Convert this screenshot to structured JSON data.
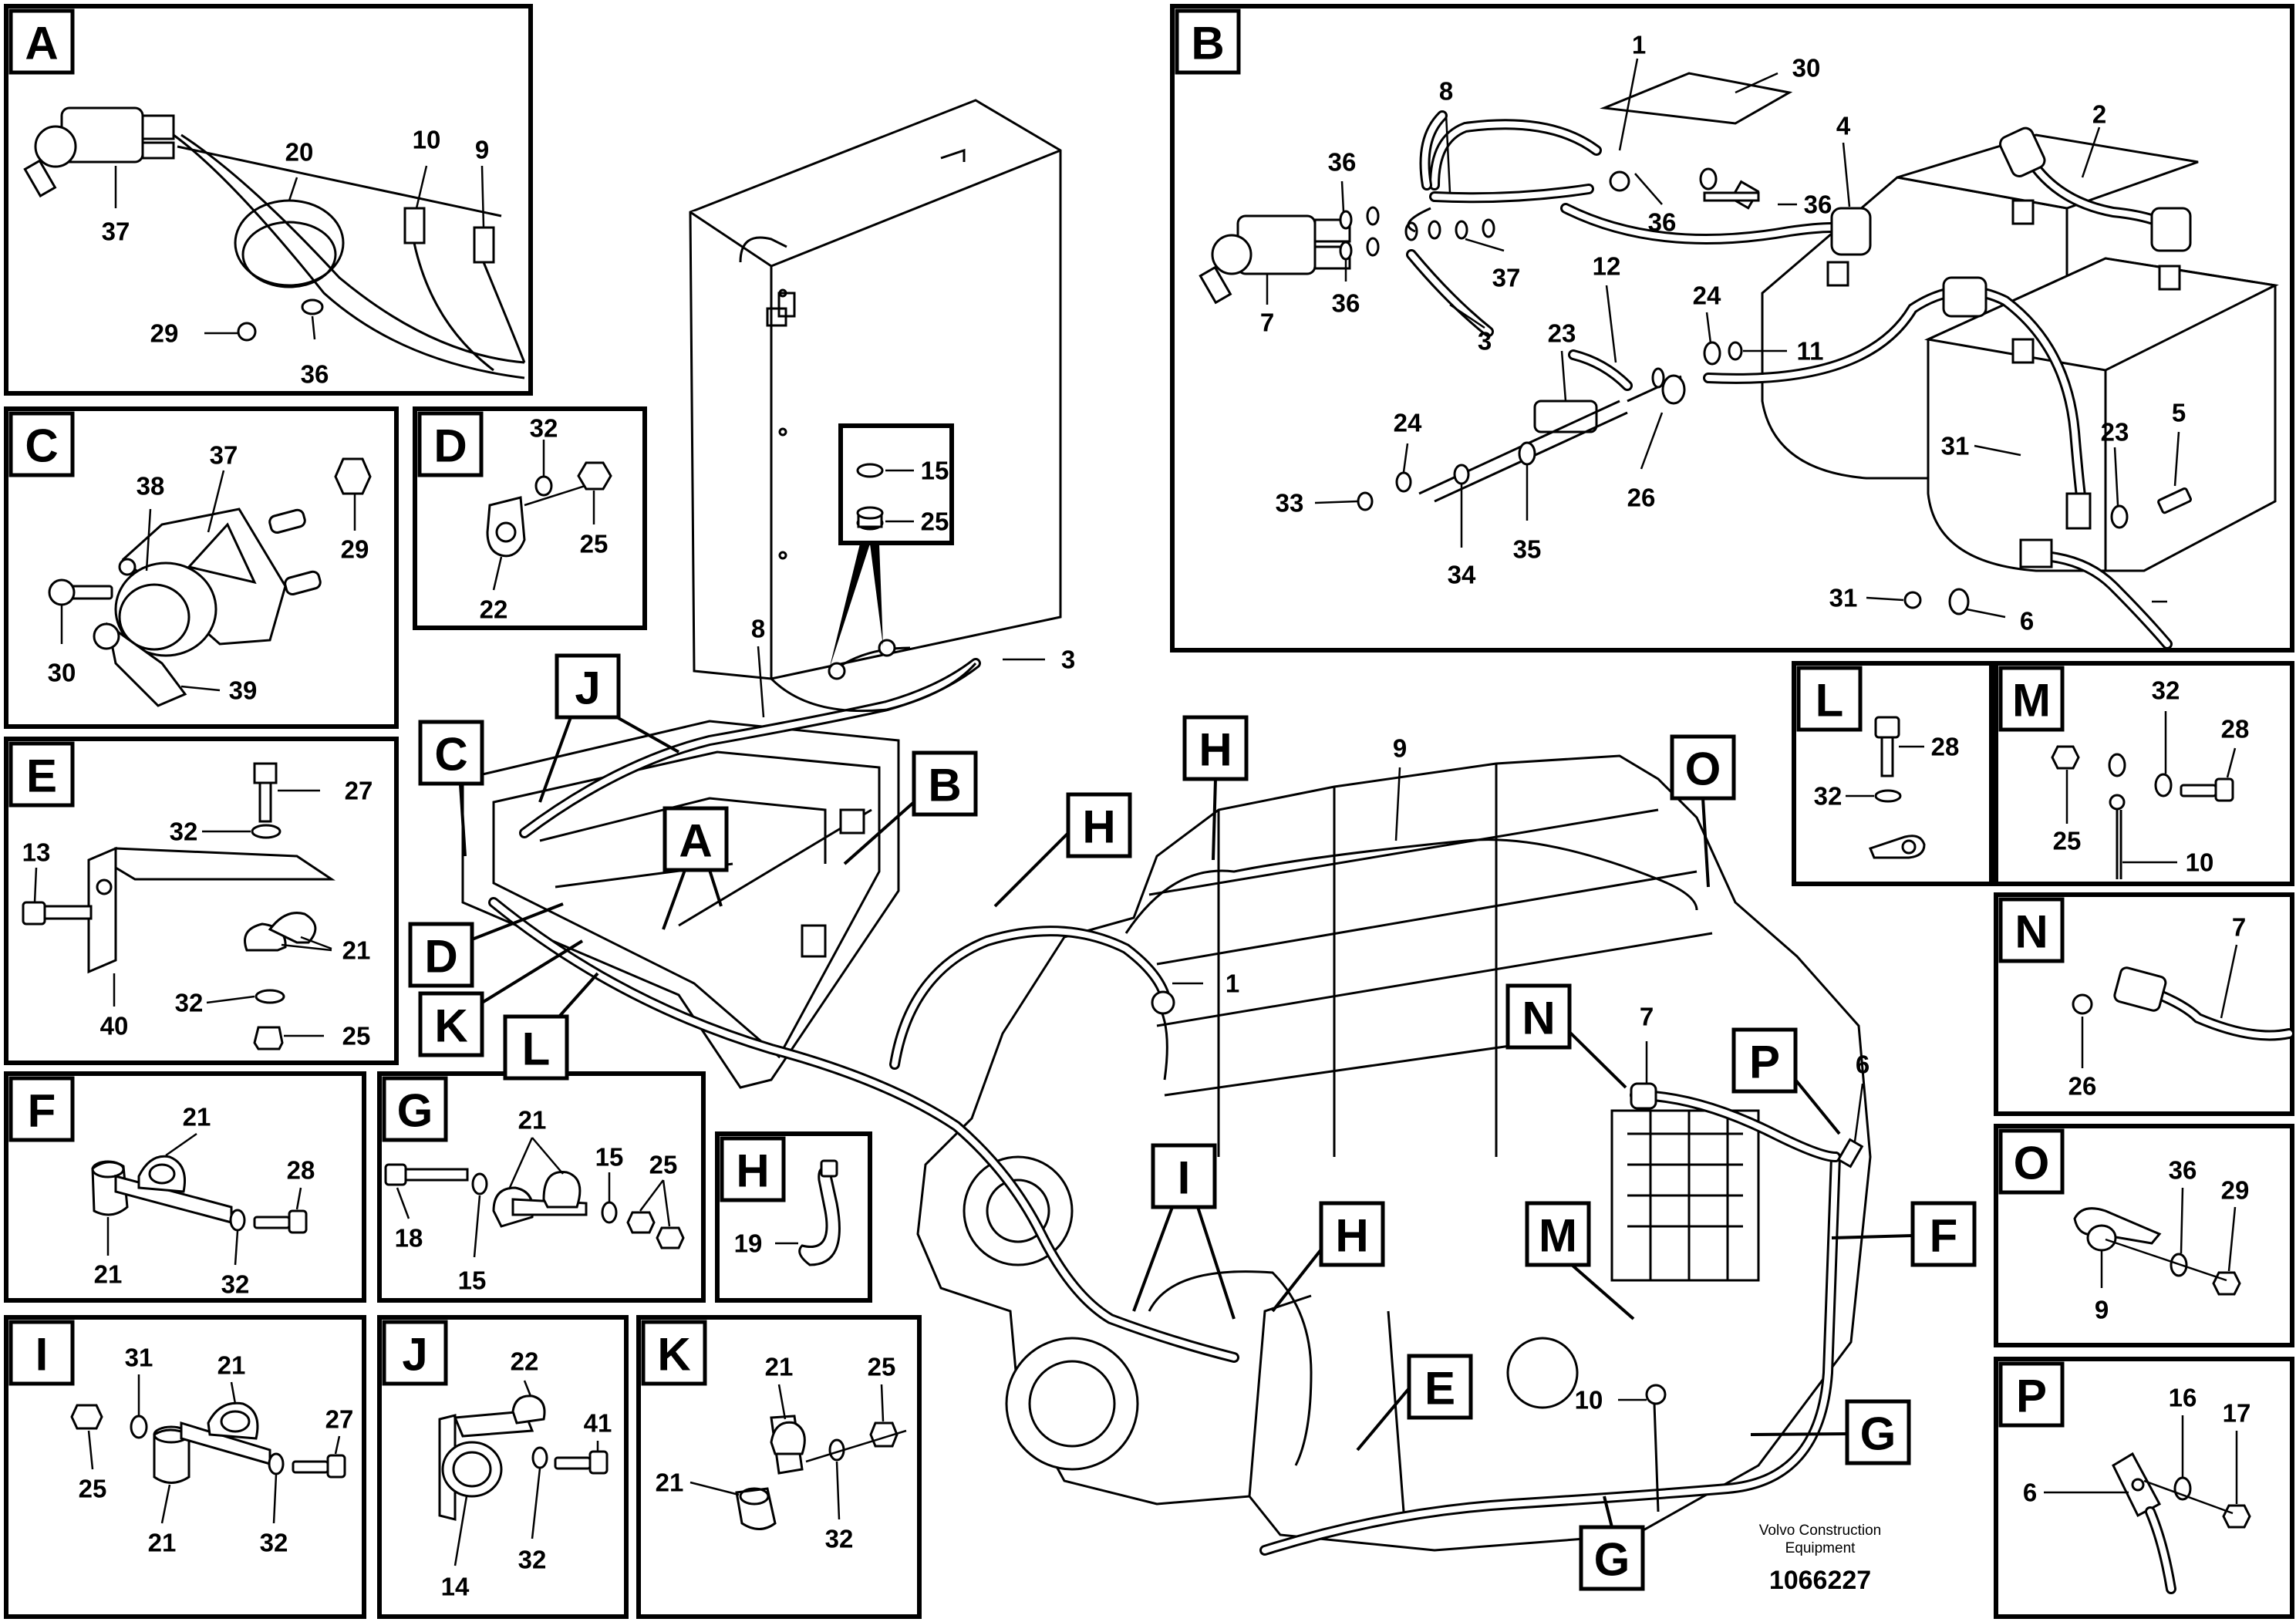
{
  "panels": [
    {
      "id": "A",
      "label": "A",
      "parts": [
        "37",
        "20",
        "10",
        "9",
        "29",
        "36"
      ]
    },
    {
      "id": "B",
      "label": "B",
      "parts": [
        "1",
        "30",
        "8",
        "2",
        "36",
        "4",
        "36",
        "36",
        "37",
        "36",
        "7",
        "3",
        "12",
        "23",
        "24",
        "11",
        "5",
        "31",
        "23",
        "24",
        "33",
        "34",
        "35",
        "26",
        "31",
        "6"
      ]
    },
    {
      "id": "C",
      "label": "C",
      "parts": [
        "37",
        "38",
        "29",
        "30",
        "39"
      ]
    },
    {
      "id": "D",
      "label": "D",
      "parts": [
        "32",
        "25",
        "22"
      ]
    },
    {
      "id": "E",
      "label": "E",
      "parts": [
        "27",
        "13",
        "32",
        "21",
        "40",
        "32",
        "25"
      ]
    },
    {
      "id": "F",
      "label": "F",
      "parts": [
        "21",
        "28",
        "21",
        "32"
      ]
    },
    {
      "id": "G",
      "label": "G",
      "parts": [
        "21",
        "15",
        "25",
        "18",
        "15"
      ]
    },
    {
      "id": "H",
      "label": "H",
      "parts": [
        "19"
      ]
    },
    {
      "id": "I",
      "label": "I",
      "parts": [
        "31",
        "21",
        "25",
        "27",
        "21",
        "32"
      ]
    },
    {
      "id": "J",
      "label": "J",
      "parts": [
        "22",
        "41",
        "14",
        "32"
      ]
    },
    {
      "id": "K",
      "label": "K",
      "parts": [
        "21",
        "25",
        "21",
        "32"
      ]
    },
    {
      "id": "L",
      "label": "L",
      "parts": [
        "28",
        "32"
      ]
    },
    {
      "id": "M",
      "label": "M",
      "parts": [
        "32",
        "28",
        "25",
        "10"
      ]
    },
    {
      "id": "N",
      "label": "N",
      "parts": [
        "7",
        "26"
      ]
    },
    {
      "id": "O",
      "label": "O",
      "parts": [
        "36",
        "29",
        "9"
      ]
    },
    {
      "id": "P",
      "label": "P",
      "parts": [
        "16",
        "17",
        "6"
      ]
    }
  ],
  "main": {
    "callouts": [
      "C",
      "J",
      "A",
      "B",
      "H",
      "H",
      "D",
      "K",
      "L",
      "O",
      "N",
      "P",
      "I",
      "H",
      "M",
      "E",
      "F",
      "G",
      "G"
    ],
    "parts": [
      "15",
      "25",
      "8",
      "3",
      "9",
      "1",
      "7",
      "6",
      "10"
    ]
  },
  "footer": {
    "brand_line1": "Volvo Construction",
    "brand_line2": "Equipment",
    "drawing_number": "1066227"
  }
}
